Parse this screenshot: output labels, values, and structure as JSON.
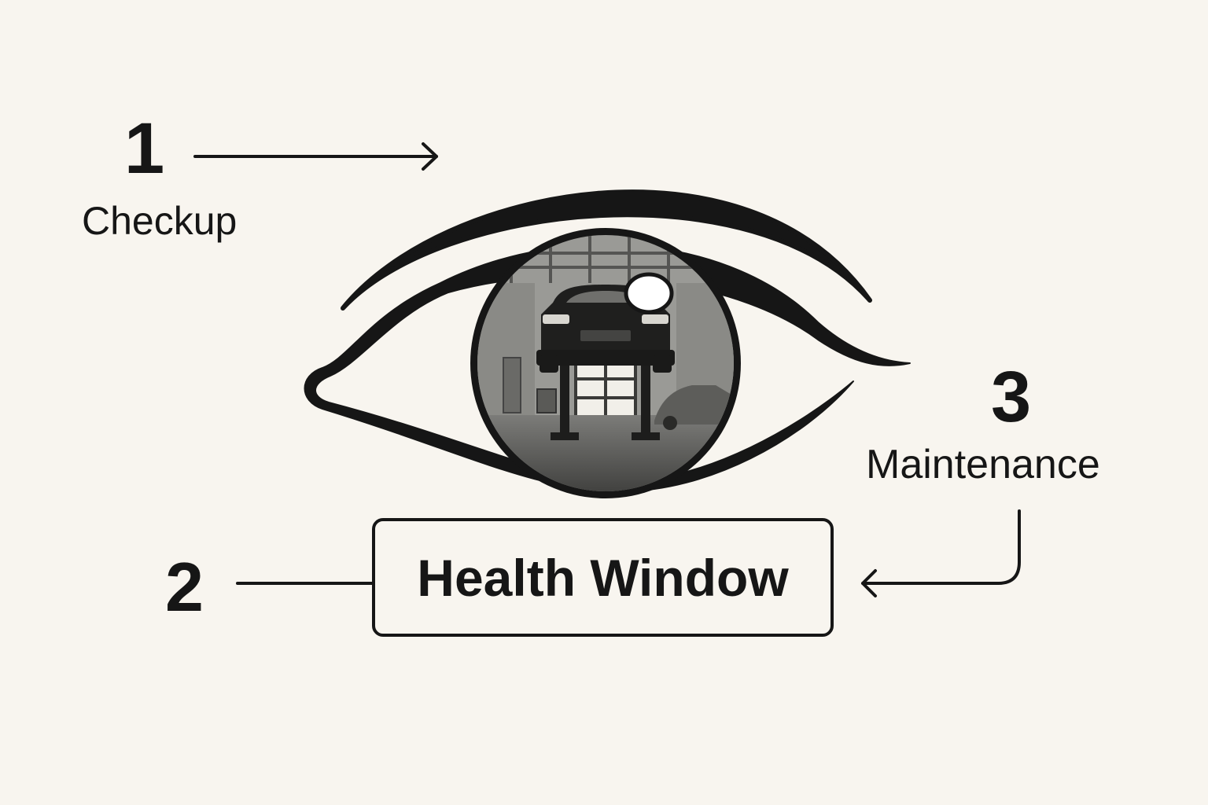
{
  "diagram": {
    "steps": [
      {
        "number": "1",
        "label": "Checkup"
      },
      {
        "number": "2",
        "label": "Health Window"
      },
      {
        "number": "3",
        "label": "Maintenance"
      }
    ],
    "center_icon": "eye-icon",
    "pupil_scene": "car-on-lift-in-garage-illustration"
  },
  "colors": {
    "background": "#f8f5ef",
    "ink": "#161616"
  }
}
